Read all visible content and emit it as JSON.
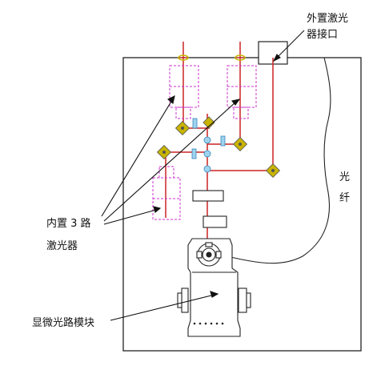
{
  "labels": {
    "external_laser_port": [
      "外置激光",
      "器接口"
    ],
    "optical_fiber": [
      "光",
      "纤"
    ],
    "internal_lasers": [
      "内置 3 路",
      "激光器"
    ],
    "microscope_module": "显微光路模块"
  },
  "colors": {
    "beam": "#cc2222",
    "laser_outline": "#cc33cc",
    "mirror": "#c8b400",
    "splitter": "#55aadd",
    "outline": "#222222"
  }
}
